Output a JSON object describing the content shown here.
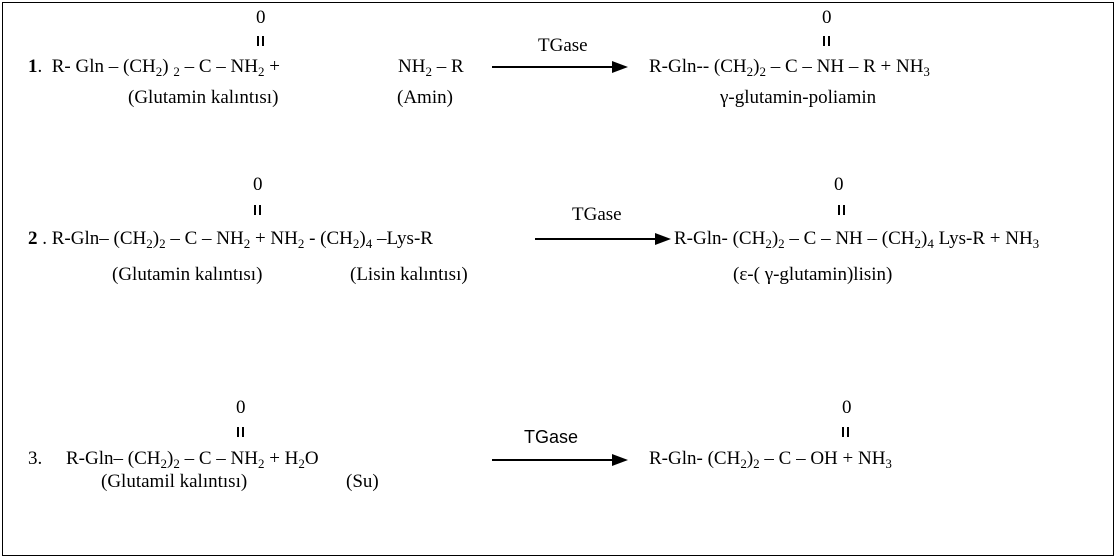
{
  "reactions": [
    {
      "number": "1",
      "sep": ". ",
      "reactant_main": "R- Gln – (CH",
      "reactant_sub1": "2",
      "reactant_mid": ") ",
      "reactant_sub2": "2",
      "reactant_tail": " – C – NH",
      "reactant_sub3": "2",
      "plus": " +",
      "reagent_main": "NH",
      "reagent_sub": "2",
      "reagent_tail": " – R",
      "enzyme": "TGase",
      "product_head": "R-Gln-- (CH",
      "product_sub1": "2",
      "product_mid": ")",
      "product_sub2": "2",
      "product_tail": " – C – NH – R  +  NH",
      "product_sub3": "3",
      "carbonyl_left": "0",
      "carbonyl_right": "0",
      "label_reactant": "(Glutamin  kalıntısı)",
      "label_reagent": "(Amin)",
      "label_product": "γ-glutamin-poliamin"
    },
    {
      "number": "2",
      "sep": " . ",
      "reactant_main": "R-Gln– (CH",
      "reactant_sub1": "2",
      "reactant_mid": ")",
      "reactant_sub2": "2",
      "reactant_tail": " – C – NH",
      "reactant_sub3": "2",
      "reactant_plus": "  +  NH",
      "reactant_sub4": "2",
      "reactant_mid2": " - (CH",
      "reactant_sub5": "2",
      "reactant_mid3": ")",
      "reactant_sub6": "4",
      "reactant_tail2": " –Lys-R",
      "enzyme": "TGase",
      "product_head": "R-Gln- (CH",
      "product_sub1": "2",
      "product_mid": ")",
      "product_sub2": "2",
      "product_mid2": " – C – NH – (CH",
      "product_sub3": "2",
      "product_mid3": ")",
      "product_sub4": "4",
      "product_tail": " Lys-R + NH",
      "product_sub5": "3",
      "carbonyl_left": "0",
      "carbonyl_right": "0",
      "label_reactant": "(Glutamin kalıntısı)",
      "label_reagent": "(Lisin kalıntısı)",
      "label_product": "(ε-( γ-glutamin)lisin)"
    },
    {
      "number": "3.",
      "reactant_main": "R-Gln– (CH",
      "reactant_sub1": "2",
      "reactant_mid": ")",
      "reactant_sub2": "2",
      "reactant_tail": " –  C – NH",
      "reactant_sub3": "2",
      "reactant_plus": "  +  H",
      "reactant_sub4": "2",
      "reactant_tail2": "O",
      "enzyme": "TGase",
      "product_head": "R-Gln- (CH",
      "product_sub1": "2",
      "product_mid": ")",
      "product_sub2": "2",
      "product_tail": "  –  C – OH  +  NH",
      "product_sub3": "3",
      "carbonyl_left": "0",
      "carbonyl_right": "0",
      "label_reactant": "(Glutamil kalıntısı)",
      "label_reagent": "(Su)"
    }
  ]
}
